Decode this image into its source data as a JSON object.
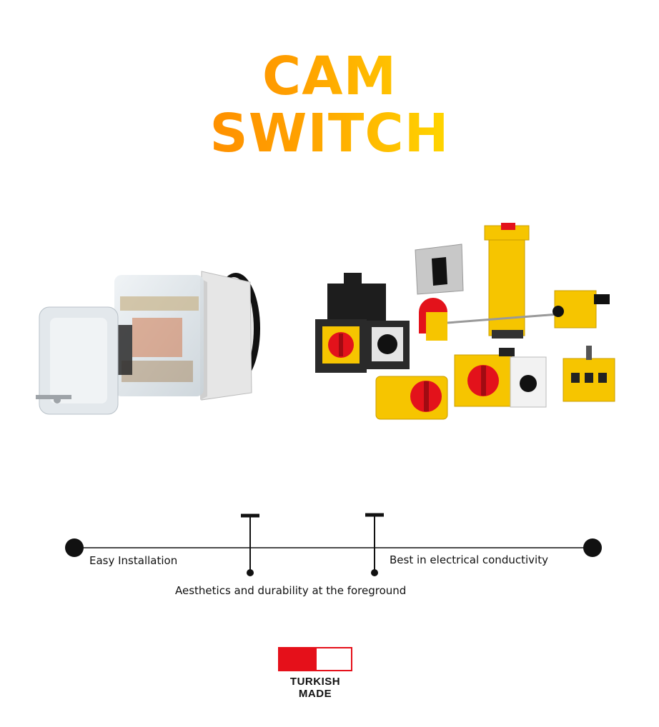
{
  "title": {
    "line1": "CAM",
    "line2": "SWITCH"
  },
  "features": {
    "easy_installation": "Easy Installation",
    "aesthetics": "Aesthetics and durability at the foreground",
    "conductivity": "Best in electrical conductivity"
  },
  "badge": {
    "text": "TURKISH MADE"
  },
  "colors": {
    "gradient_start": "#ff6a00",
    "gradient_end": "#fff100",
    "switch_yellow": "#f6c500",
    "switch_red": "#e3121b",
    "flag_red": "#e5101a"
  }
}
